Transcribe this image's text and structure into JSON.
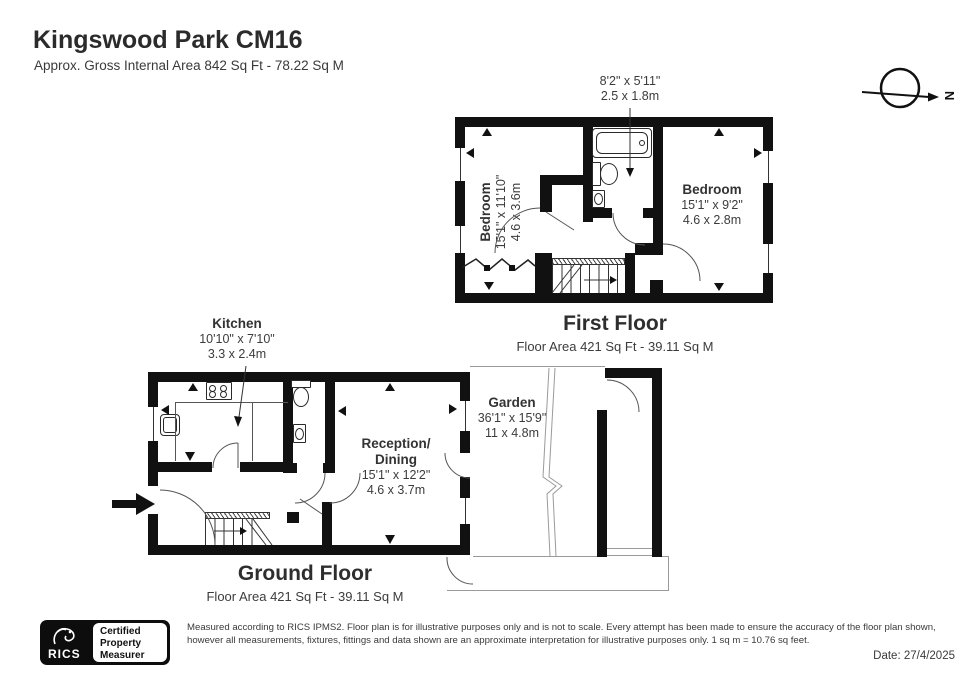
{
  "header": {
    "title": "Kingswood Park CM16",
    "subtitle": "Approx. Gross Internal Area 842 Sq Ft - 78.22 Sq M"
  },
  "compass": {
    "label": "N"
  },
  "first_floor": {
    "title": "First Floor",
    "area": "Floor Area 421 Sq Ft - 39.11 Sq M",
    "callout": {
      "imperial": "8'2\" x 5'11\"",
      "metric": "2.5 x 1.8m"
    },
    "rooms": {
      "bedroom_left": {
        "name": "Bedroom",
        "imperial": "15'1\" x 11'10\"",
        "metric": "4.6 x 3.6m"
      },
      "bedroom_right": {
        "name": "Bedroom",
        "imperial": "15'1\" x 9'2\"",
        "metric": "4.6 x 2.8m"
      }
    }
  },
  "ground_floor": {
    "title": "Ground Floor",
    "area": "Floor Area 421 Sq Ft - 39.11 Sq M",
    "rooms": {
      "kitchen": {
        "name": "Kitchen",
        "imperial": "10'10\" x 7'10\"",
        "metric": "3.3 x 2.4m"
      },
      "reception": {
        "name_line1": "Reception/",
        "name_line2": "Dining",
        "imperial": "15'1\" x 12'2\"",
        "metric": "4.6 x 3.7m"
      },
      "garden": {
        "name": "Garden",
        "imperial": "36'1\" x 15'9\"",
        "metric": "11 x 4.8m"
      }
    }
  },
  "footer": {
    "rics_label": "RICS",
    "badge_lines": [
      "Certified",
      "Property",
      "Measurer"
    ],
    "disclaimer_line1": "Measured according to RICS IPMS2. Floor plan is for illustrative purposes only and is not to scale. Every attempt has been made to ensure the accuracy of the floor plan shown,",
    "disclaimer_line2": "however all measurements, fixtures, fittings and data shown are an approximate interpretation for illustrative purposes only. 1 sq m = 10.76 sq feet.",
    "date": "Date: 27/4/2025"
  }
}
